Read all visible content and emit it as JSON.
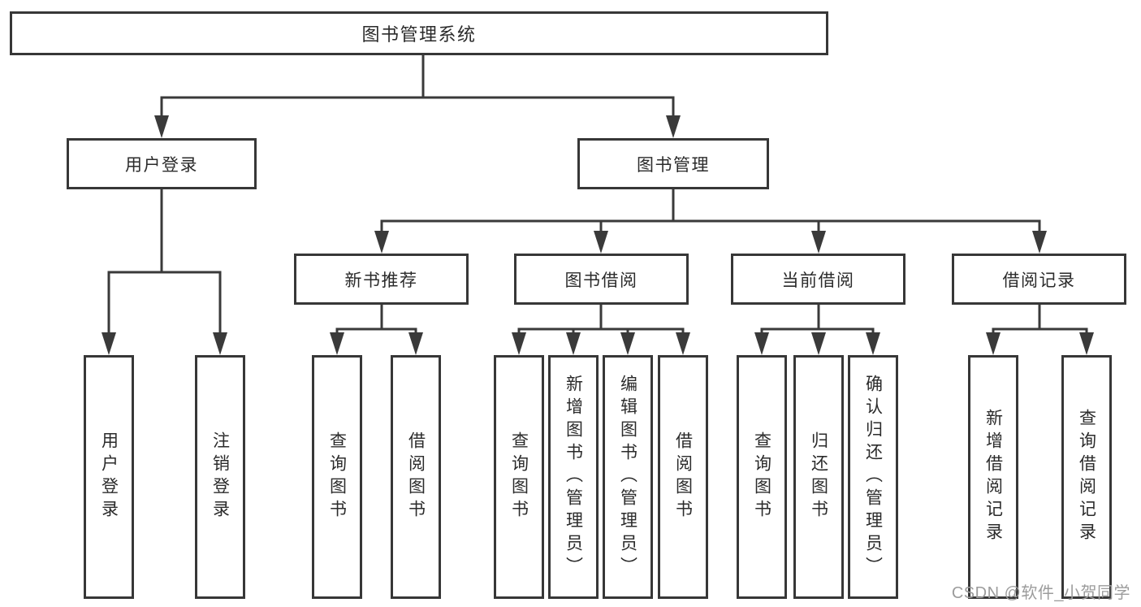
{
  "diagram": {
    "root": {
      "label": "图书管理系统"
    },
    "level2": {
      "user_login": {
        "label": "用户登录"
      },
      "book_management": {
        "label": "图书管理"
      }
    },
    "level3": {
      "new_book_recommend": {
        "label": "新书推荐"
      },
      "book_borrow": {
        "label": "图书借阅"
      },
      "current_borrow": {
        "label": "当前借阅"
      },
      "borrow_records": {
        "label": "借阅记录"
      }
    },
    "leaves": {
      "login": {
        "label": "用户登录"
      },
      "logout": {
        "label": "注销登录"
      },
      "nb_query_books": {
        "label": "查询图书"
      },
      "nb_borrow_books": {
        "label": "借阅图书"
      },
      "bb_query_books": {
        "label": "查询图书"
      },
      "bb_add_books": {
        "label": "新增图书（管理员）"
      },
      "bb_edit_books": {
        "label": "编辑图书（管理员）"
      },
      "bb_borrow_books": {
        "label": "借阅图书"
      },
      "cb_query_books": {
        "label": "查询图书"
      },
      "cb_return_books": {
        "label": "归还图书"
      },
      "cb_confirm_return": {
        "label": "确认归还（管理员）"
      },
      "br_add_record": {
        "label": "新增借阅记录"
      },
      "br_query_record": {
        "label": "查询借阅记录"
      }
    }
  },
  "watermark": {
    "text": "CSDN @软件_小贺同学"
  },
  "colors": {
    "line": "#3a3a3a",
    "border": "#373737",
    "text": "#2b2b2b",
    "watermark_text": "#9c9c9c",
    "background": "#ffffff"
  }
}
